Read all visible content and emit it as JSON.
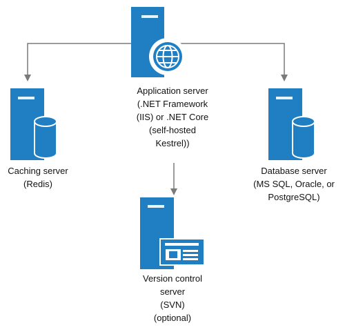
{
  "colors": {
    "server_blue": "#1f7fc2",
    "server_dark": "#15669f",
    "stripe": "#e8f4fb",
    "connector": "#7a7a7a",
    "text": "#111111",
    "white": "#ffffff"
  },
  "nodes": {
    "application_server": {
      "icon": "server-globe-icon",
      "label_lines": [
        "Application server",
        "(.NET Framework",
        "(IIS) or .NET Core",
        "(self-hosted",
        "Kestrel))"
      ]
    },
    "caching_server": {
      "icon": "server-database-icon",
      "label_lines": [
        "Caching server",
        "(Redis)"
      ]
    },
    "database_server": {
      "icon": "server-database-icon",
      "label_lines": [
        "Database server",
        "(MS SQL, Oracle, or",
        "PostgreSQL)"
      ]
    },
    "version_control_server": {
      "icon": "server-card-icon",
      "label_lines": [
        "Version control",
        "server",
        "(SVN)",
        "(optional)"
      ]
    }
  }
}
